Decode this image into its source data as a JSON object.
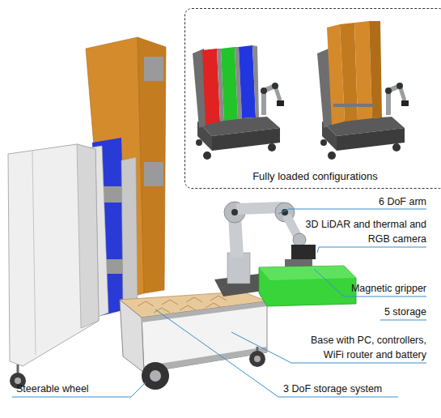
{
  "diagram": {
    "nodes": [
      {
        "text": [
          "Fully loaded configurations"
        ]
      }
    ],
    "labels": [
      "6 DoF arm",
      "3D LiDAR and thermal and RGB camera",
      "Magnetic gripper",
      "5 storage",
      "Base with PC, controllers, WiFi router and battery",
      "Steerable wheel",
      "3 DoF storage system"
    ]
  }
}
